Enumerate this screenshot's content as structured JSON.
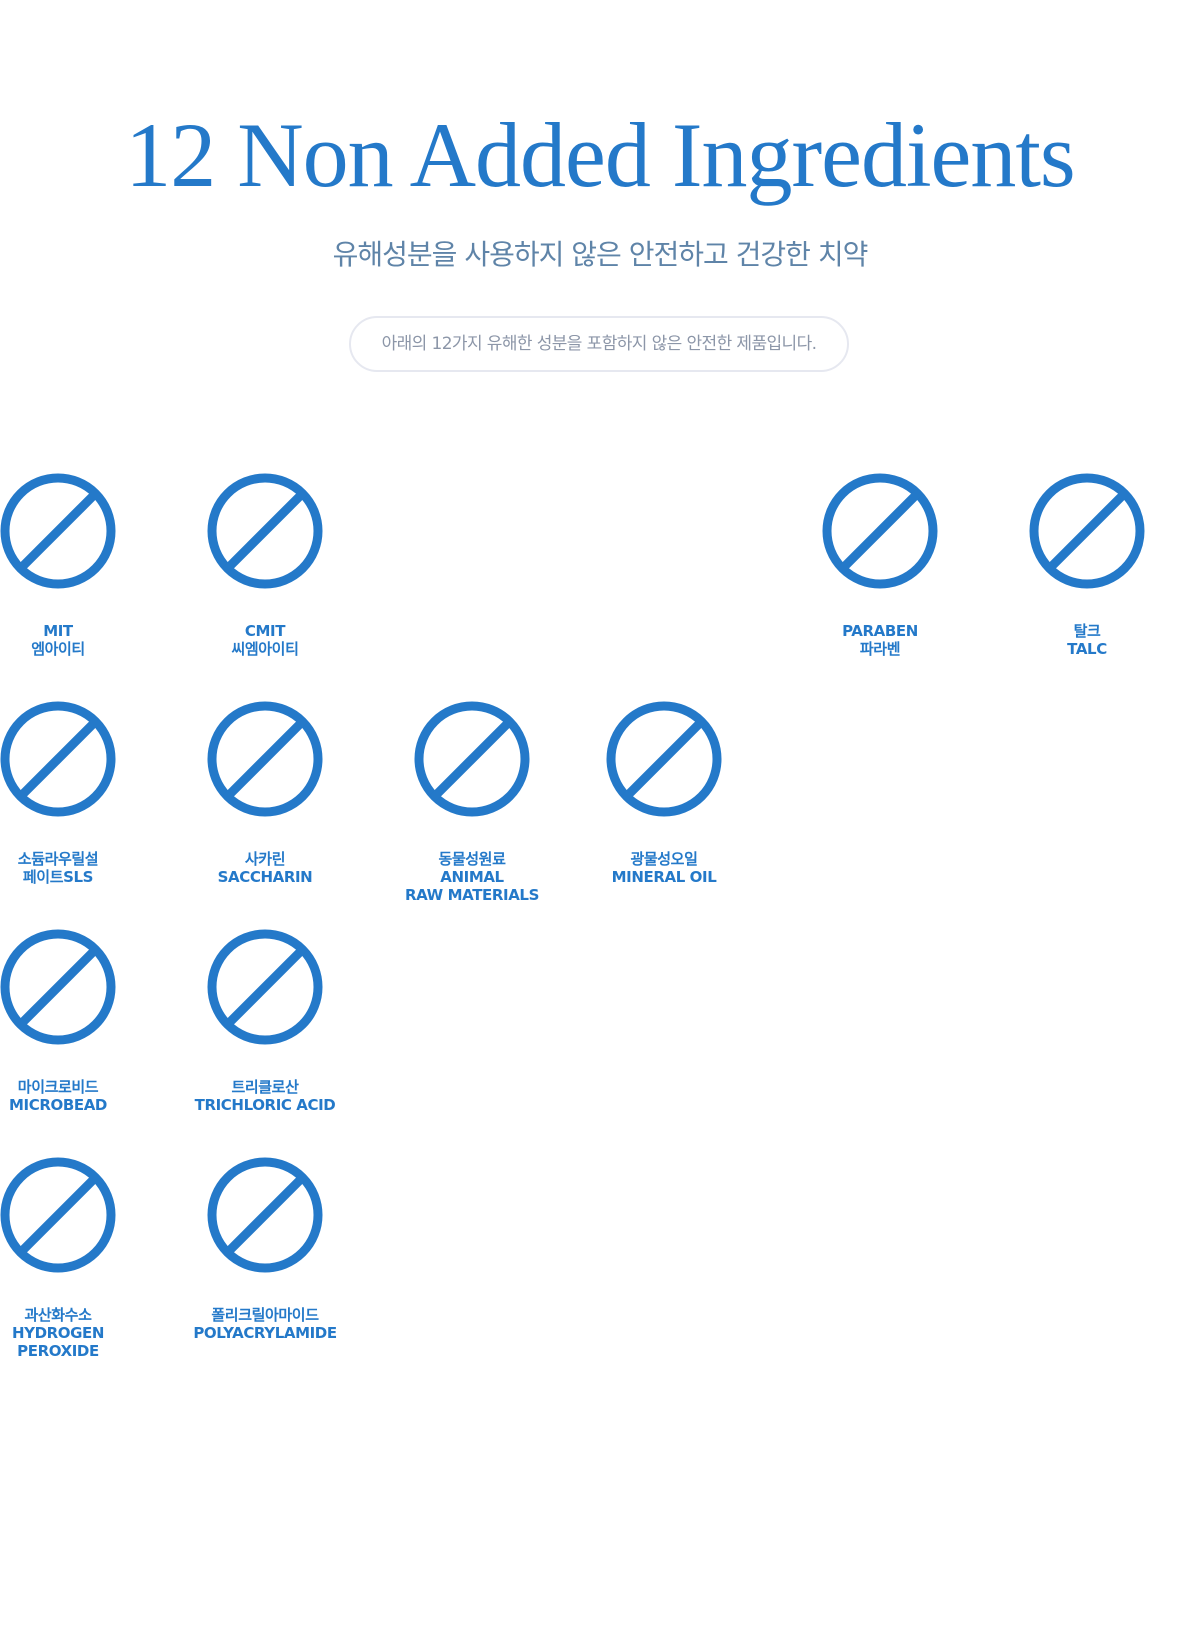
{
  "header": {
    "title": "12 Non Added Ingredients",
    "subtitle": "유해성분을 사용하지 않은 안전하고 건강한 치약",
    "notice": "아래의 12가지 유해한 성분을 포함하지 않은 안전한 제품입니다."
  },
  "icon_name": "prohibited-icon",
  "accent_color": "#2479c9",
  "ingredients": [
    {
      "line1": "MIT",
      "line2": "엠아이티",
      "line3": ""
    },
    {
      "line1": "CMIT",
      "line2": "씨엠아이티",
      "line3": ""
    },
    {
      "line1": "PARABEN",
      "line2": "파라벤",
      "line3": ""
    },
    {
      "line1": "탈크",
      "line2": "TALC",
      "line3": ""
    },
    {
      "line1": "소듐라우릴설",
      "line2": "페이트SLS",
      "line3": ""
    },
    {
      "line1": "사카린",
      "line2": "SACCHARIN",
      "line3": ""
    },
    {
      "line1": "동물성원료",
      "line2": "ANIMAL",
      "line3": "RAW MATERIALS"
    },
    {
      "line1": "광물성오일",
      "line2": "MINERAL OIL",
      "line3": ""
    },
    {
      "line1": "마이크로비드",
      "line2": "MICROBEAD",
      "line3": ""
    },
    {
      "line1": "트리클로산",
      "line2": "TRICHLORIC ACID",
      "line3": ""
    },
    {
      "line1": "과산화수소",
      "line2": "HYDROGEN",
      "line3": "PEROXIDE"
    },
    {
      "line1": "폴리크릴아마이드",
      "line2": "POLYACRYLAMIDE",
      "line3": ""
    }
  ]
}
